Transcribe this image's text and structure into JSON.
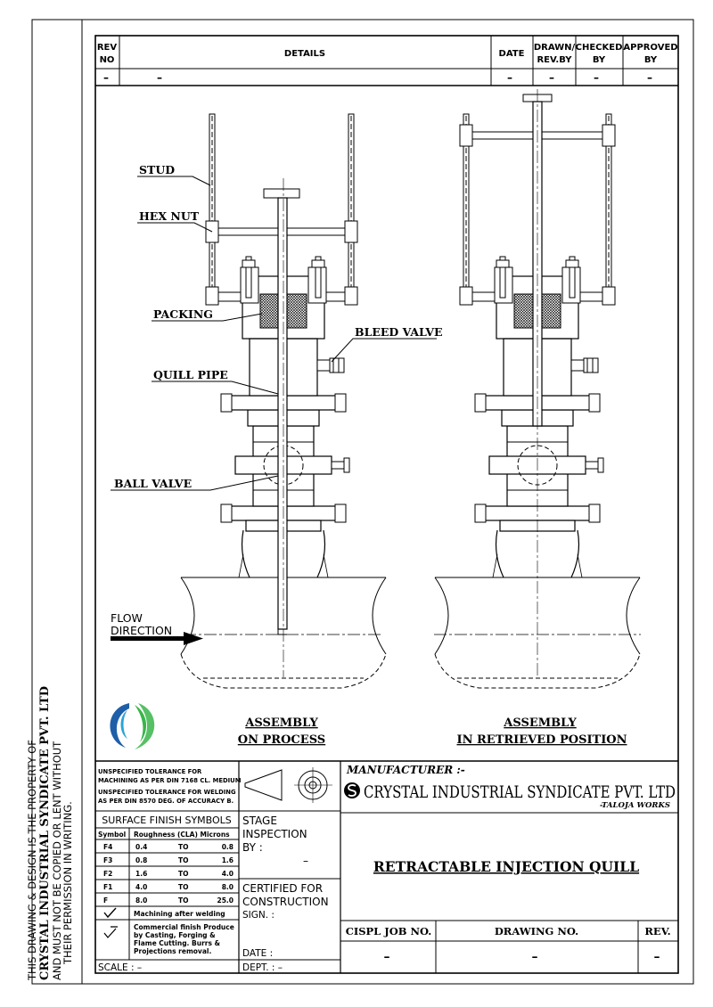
{
  "revision_table": {
    "headers": {
      "rev_no_1": "REV",
      "rev_no_2": "NO",
      "details": "DETAILS",
      "date": "DATE",
      "drawn_1": "DRAWN/",
      "drawn_2": "REV.BY",
      "checked_1": "CHECKED",
      "checked_2": "BY",
      "approved_1": "APPROVED",
      "approved_2": "BY"
    },
    "row": {
      "rev_no": "–",
      "details": "–",
      "date": "–",
      "drawn": "–",
      "checked": "–",
      "approved": "–"
    }
  },
  "side_note": {
    "line1": "THIS DRAWING & DESIGN IS THE PROPERTY OF",
    "line2": "CRYSTAL INDUSTRIAL SYNDICATE PVT. LTD",
    "line3": "AND MUST NOT BE COPIED OR LENT WITHOUT",
    "line4": "THEIR PERMISSION IN WRITING."
  },
  "labels": {
    "stud": "STUD",
    "hex_nut": "HEX NUT",
    "packing": "PACKING",
    "bleed_valve": "BLEED VALVE",
    "quill_pipe": "QUILL PIPE",
    "ball_valve": "BALL VALVE",
    "flow_1": "FLOW",
    "flow_2": "DIRECTION"
  },
  "views": {
    "left_1": "ASSEMBLY",
    "left_2": "ON PROCESS",
    "right_1": "ASSEMBLY",
    "right_2": "IN RETRIEVED POSITION"
  },
  "tolerance": {
    "line1": "UNSPECIFIED TOLERANCE FOR",
    "line2": "MACHINING AS PER DIN 7168 CL. MEDIUM",
    "line3": "UNSPECIFIED TOLERANCE FOR WELDING",
    "line4": "AS PER DIN 8570 DEG. OF ACCURACY B."
  },
  "surface_finish": {
    "title": "SURFACE FINISH SYMBOLS",
    "col_symbol": "Symbol",
    "col_roughness": "Roughness (CLA) Microns",
    "rows": [
      {
        "symbol": "F4",
        "from": "0.4",
        "to": "TO",
        "upto": "0.8"
      },
      {
        "symbol": "F3",
        "from": "0.8",
        "to": "TO",
        "upto": "1.6"
      },
      {
        "symbol": "F2",
        "from": "1.6",
        "to": "TO",
        "upto": "4.0"
      },
      {
        "symbol": "F1",
        "from": "4.0",
        "to": "TO",
        "upto": "8.0"
      },
      {
        "symbol": "F",
        "from": "8.0",
        "to": "TO",
        "upto": "25.0"
      }
    ],
    "machining": "Machining after welding",
    "commercial_1": "Commercial finish Produce",
    "commercial_2": "by Casting, Forging &",
    "commercial_3": "Flame Cutting. Burrs &",
    "commercial_4": "Projections removal."
  },
  "scale": "SCALE : –",
  "stage": {
    "l1": "STAGE",
    "l2": "INSPECTION",
    "l3": "BY :",
    "value": "–"
  },
  "certified": {
    "l1": "CERTIFIED FOR",
    "l2": "CONSTRUCTION",
    "sign": "SIGN. :",
    "date": "DATE :",
    "dept": "DEPT. : –"
  },
  "manufacturer": {
    "label": "MANUFACTURER :-",
    "name": "CRYSTAL INDUSTRIAL SYNDICATE PVT. LTD",
    "works": "-TALOJA WORKS"
  },
  "drawing_title": "RETRACTABLE INJECTION QUILL",
  "bottom": {
    "job_label": "CISPL JOB NO.",
    "drawing_label": "DRAWING NO.",
    "rev_label": "REV.",
    "job_value": "–",
    "drawing_value": "–",
    "rev_value": "–"
  },
  "colors": {
    "logo_blue": "#1f5fa8",
    "logo_cyan": "#2aa3d8",
    "logo_green": "#3ab54a"
  }
}
